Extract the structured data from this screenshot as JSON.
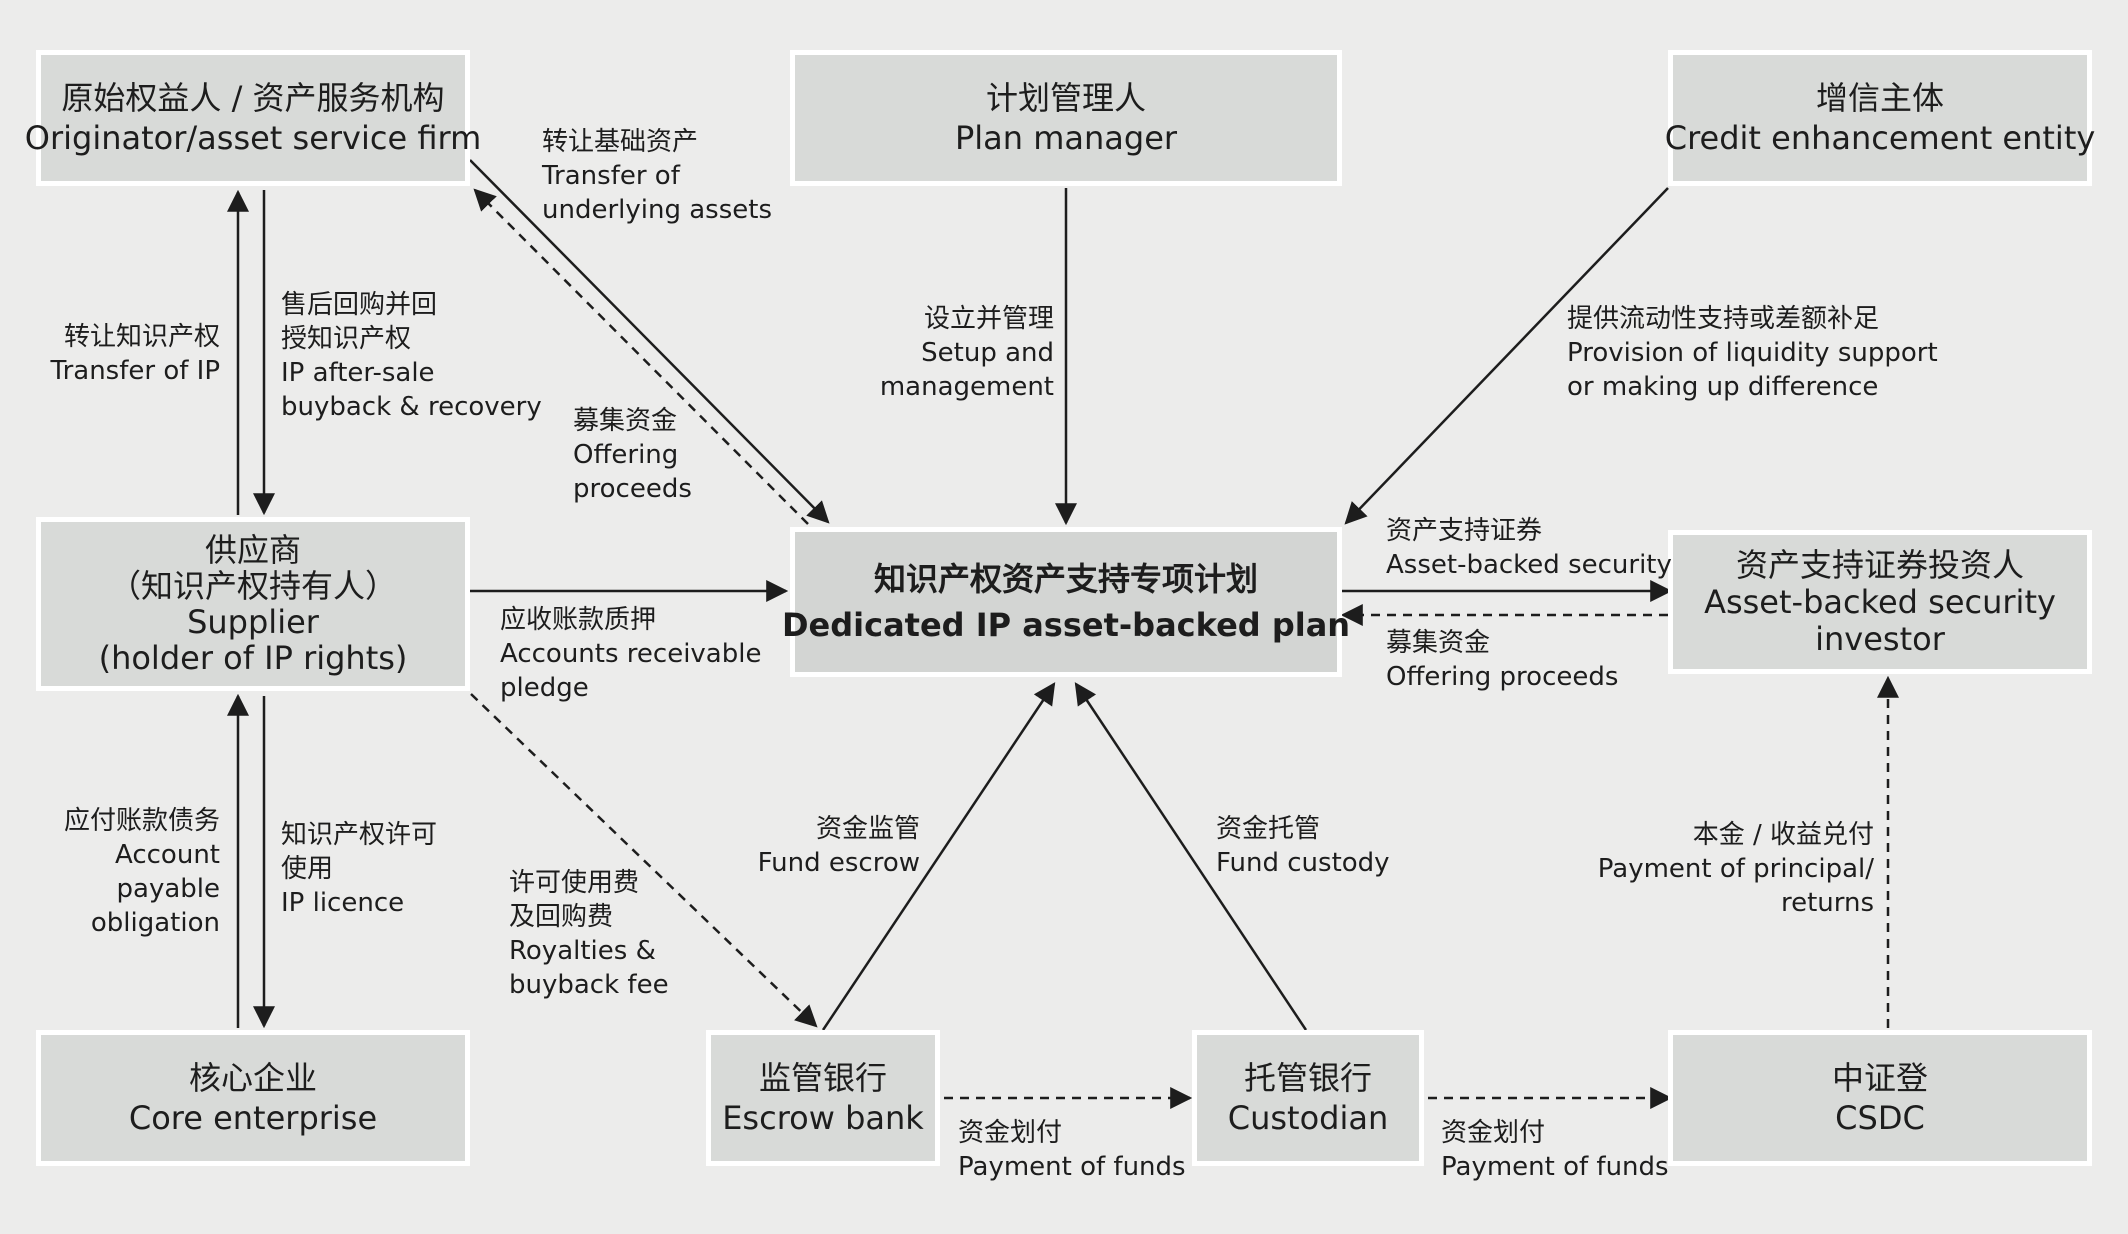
{
  "nodes": {
    "originator": {
      "zh": "原始权益人 / 资产服务机构",
      "en": "Originator/asset service firm"
    },
    "plan_manager": {
      "zh": "计划管理人",
      "en": "Plan manager"
    },
    "credit": {
      "zh": "增信主体",
      "en": "Credit enhancement entity"
    },
    "supplier": {
      "zh": "供应商",
      "zh2": "（知识产权持有人）",
      "en": "Supplier",
      "en2": "(holder of IP rights)"
    },
    "plan": {
      "zh": "知识产权资产支持专项计划",
      "en": "Dedicated IP asset-backed plan"
    },
    "investor": {
      "zh": "资产支持证券投资人",
      "en": "Asset-backed security",
      "en2": "investor"
    },
    "core": {
      "zh": "核心企业",
      "en": "Core enterprise"
    },
    "escrow": {
      "zh": "监管银行",
      "en": "Escrow bank"
    },
    "custodian": {
      "zh": "托管银行",
      "en": "Custodian"
    },
    "csdc": {
      "zh": "中证登",
      "en": "CSDC"
    }
  },
  "labels": {
    "transfer_assets": {
      "zh": "转让基础资产",
      "en1": "Transfer of",
      "en2": "underlying assets"
    },
    "offering_left": {
      "zh": "募集资金",
      "en1": "Offering",
      "en2": "proceeds"
    },
    "transfer_ip": {
      "zh": "转让知识产权",
      "en1": "Transfer of IP"
    },
    "buyback": {
      "zh1": "售后回购并回",
      "zh2": "授知识产权",
      "en1": "IP after-sale",
      "en2": "buyback & recovery"
    },
    "setup": {
      "zh": "设立并管理",
      "en1": "Setup and",
      "en2": "management"
    },
    "liquidity": {
      "zh": "提供流动性支持或差额补足",
      "en1": "Provision of liquidity support",
      "en2": "or making up difference"
    },
    "abs": {
      "zh": "资产支持证券",
      "en1": "Asset-backed security"
    },
    "offering_right": {
      "zh": "募集资金",
      "en1": "Offering proceeds"
    },
    "ar_pledge": {
      "zh": "应收账款质押",
      "en1": "Accounts receivable",
      "en2": "pledge"
    },
    "ap": {
      "zh": "应付账款债务",
      "en1": "Account",
      "en2": "payable",
      "en3": "obligation"
    },
    "ip_licence": {
      "zh1": "知识产权许可",
      "zh2": "使用",
      "en1": "IP licence"
    },
    "royalties": {
      "zh1": "许可使用费",
      "zh2": "及回购费",
      "en1": "Royalties &",
      "en2": "buyback fee"
    },
    "fund_escrow": {
      "zh": "资金监管",
      "en1": "Fund escrow"
    },
    "fund_custody": {
      "zh": "资金托管",
      "en1": "Fund custody"
    },
    "principal": {
      "zh": "本金 / 收益兑付",
      "en1": "Payment of principal/",
      "en2": "returns"
    },
    "pay1": {
      "zh": "资金划付",
      "en1": "Payment of funds"
    },
    "pay2": {
      "zh": "资金划付",
      "en1": "Payment of funds"
    }
  },
  "colors": {
    "background": "#ececeb",
    "box_fill": "#d8dad8",
    "box_border": "#ffffff",
    "line": "#1d1d1d"
  }
}
